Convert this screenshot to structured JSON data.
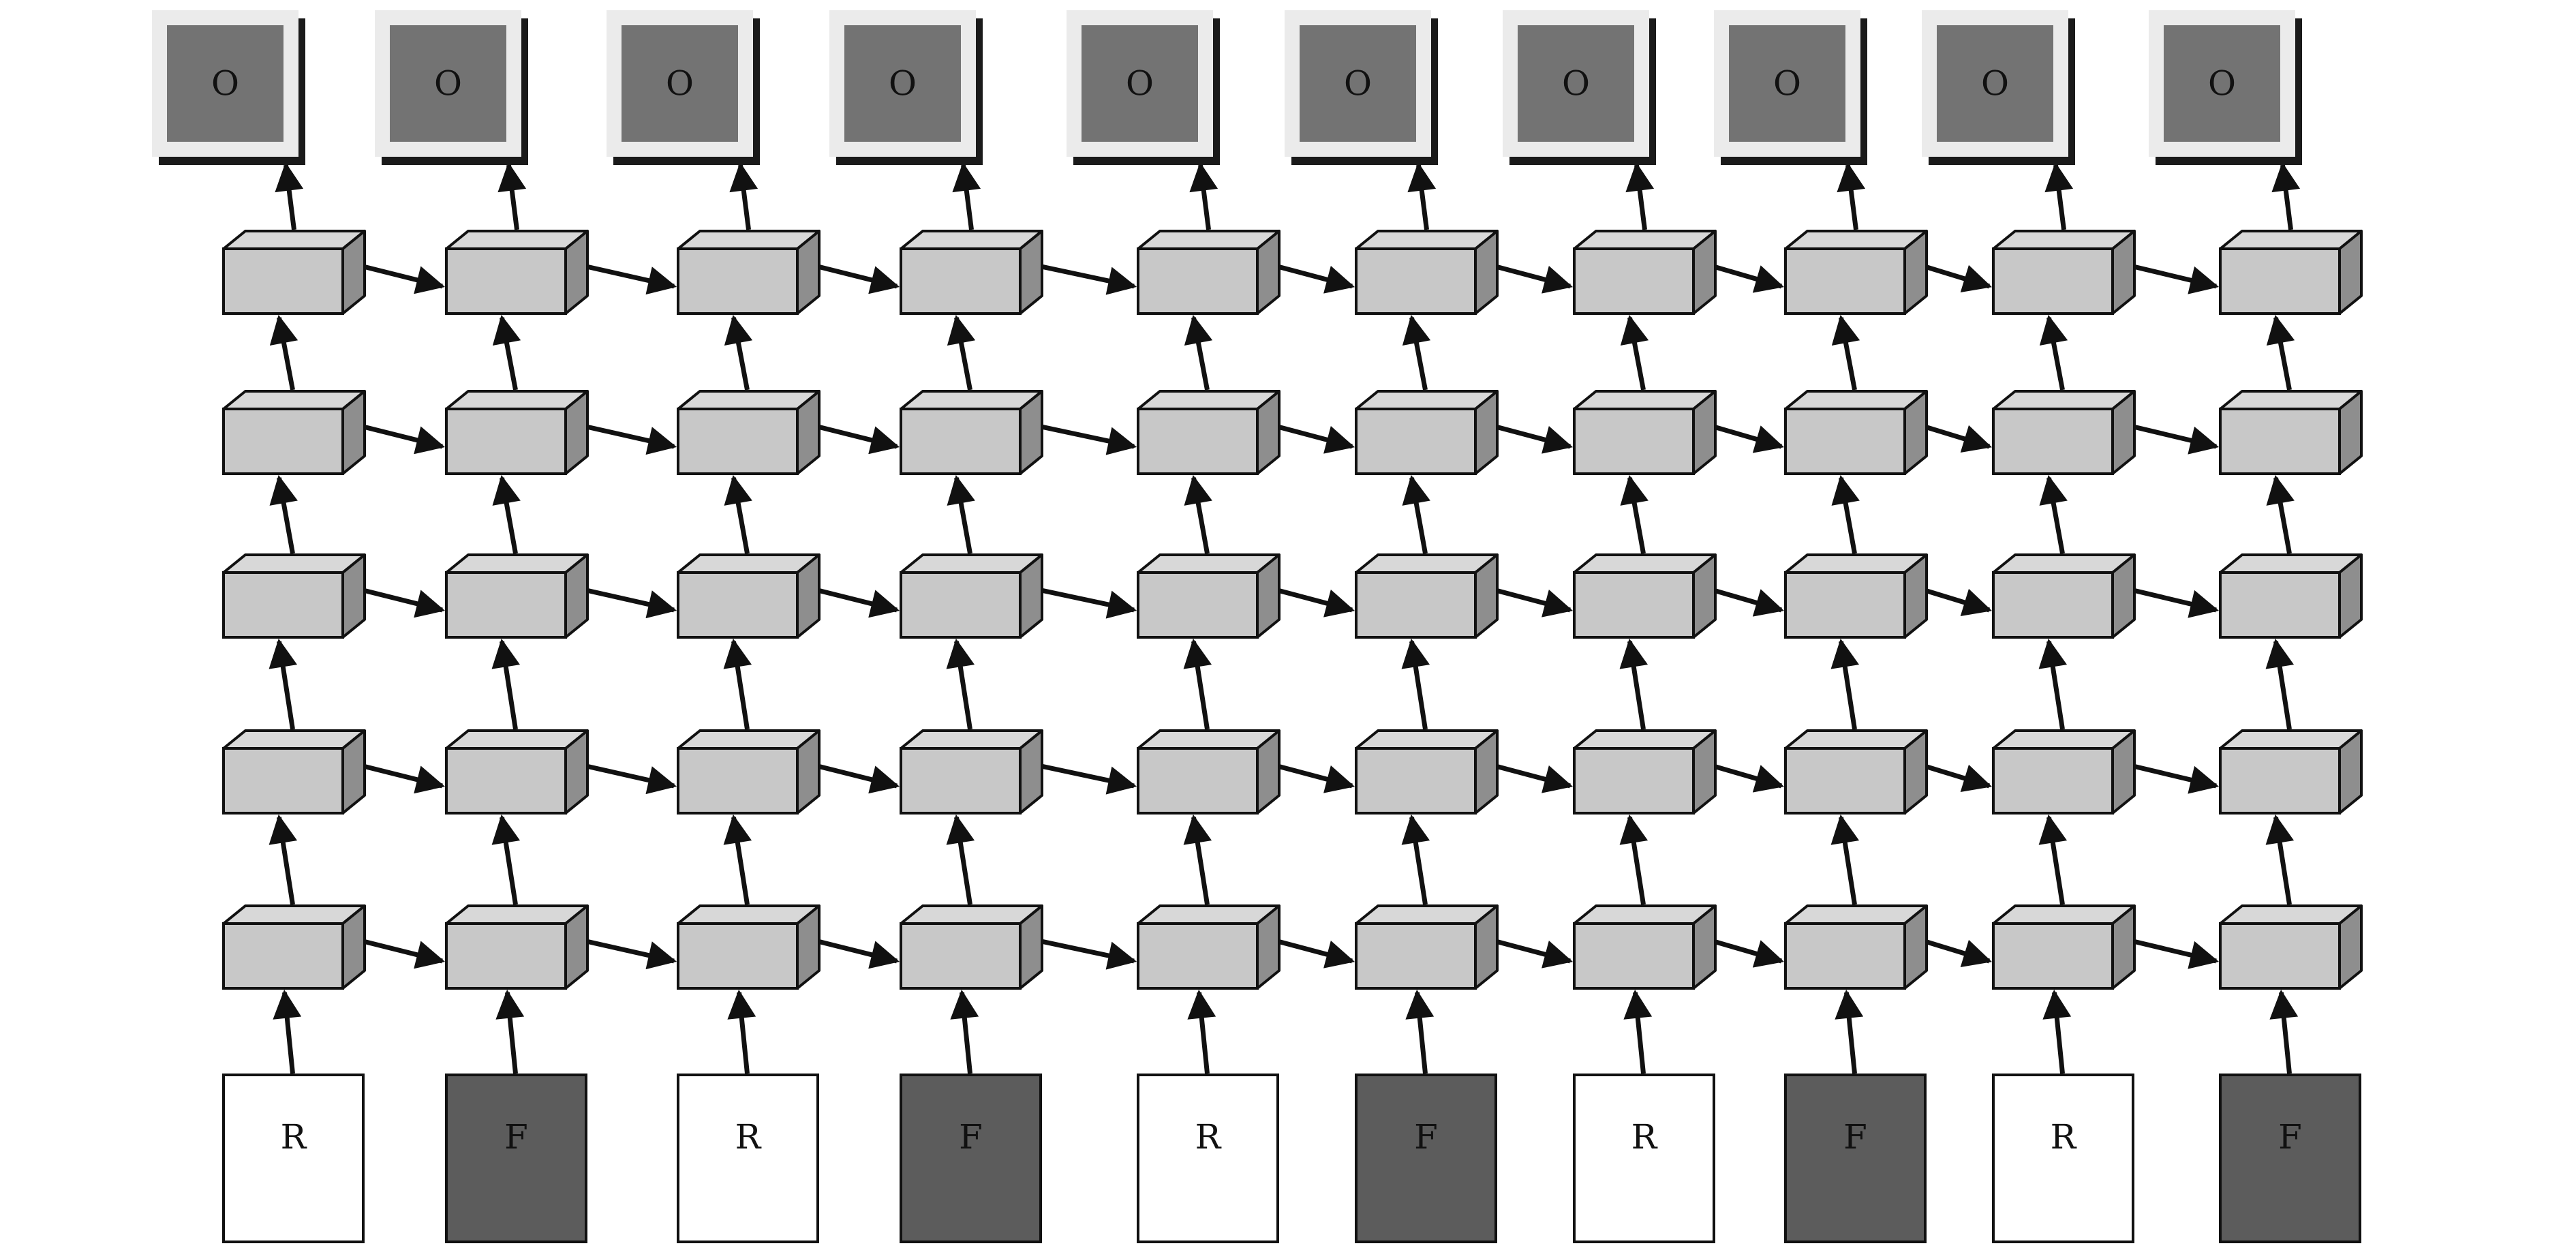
{
  "diagram": {
    "columns": 10,
    "hidden_layers": 5,
    "output_label": "O",
    "inputs": [
      "R",
      "F",
      "R",
      "F",
      "R",
      "F",
      "R",
      "F",
      "R",
      "F"
    ],
    "colors": {
      "output_fill": "#737373",
      "output_border": "#ebebeb",
      "output_shadow": "#1a1a1a",
      "cell_front": "#c8c8c8",
      "cell_top": "#d8d8d8",
      "cell_side": "#8e8e8e",
      "input_real_fill": "#ffffff",
      "input_fake_fill": "#5c5c5c",
      "stroke": "#111111"
    }
  }
}
